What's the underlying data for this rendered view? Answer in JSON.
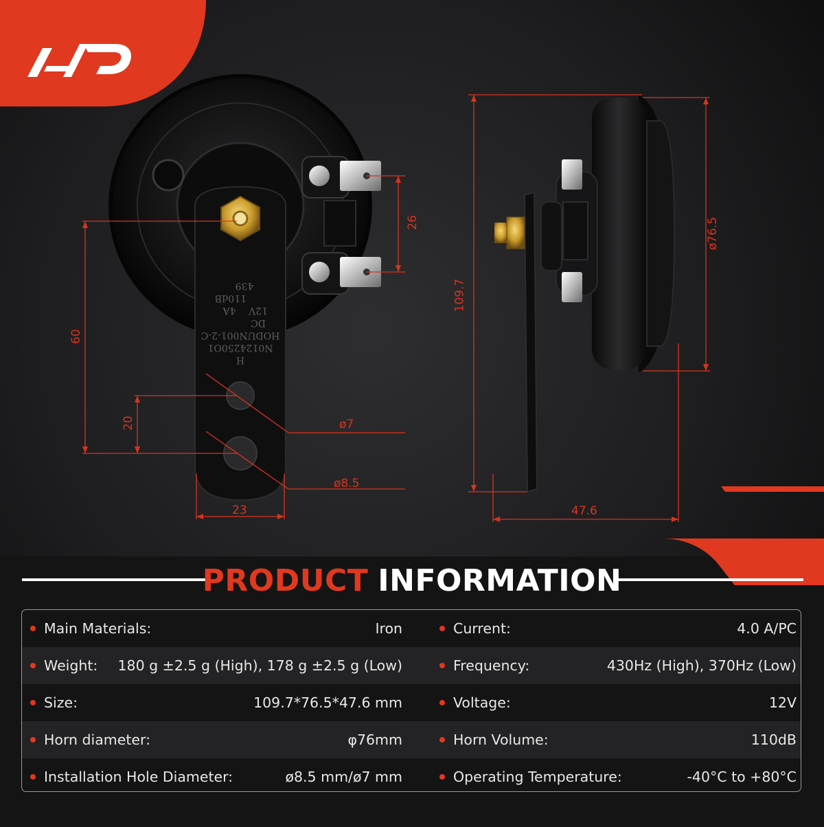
{
  "brand": {
    "logo": "A-P",
    "accent_color": "#e0391f"
  },
  "dimensions": {
    "terminal_spacing": "26",
    "mount_to_hole": "60",
    "hole_spacing": "20",
    "small_hole": "ø7",
    "large_hole": "ø8.5",
    "bracket_width": "23",
    "height": "109.7",
    "diameter": "ø76.5",
    "depth": "47.6"
  },
  "housing_text": [
    "H",
    "N0124250O1",
    "HODUN001-2-C",
    "DC",
    "12V",
    "4A",
    "110dB",
    "439"
  ],
  "section": {
    "title_accent": "PRODUCT",
    "title_main": "INFORMATION"
  },
  "specs_left": [
    {
      "label": "Main Materials:",
      "value": "Iron"
    },
    {
      "label": "Weight:",
      "value": "180 g ±2.5 g (High), 178 g ±2.5 g (Low)"
    },
    {
      "label": "Size:",
      "value": "109.7*76.5*47.6 mm"
    },
    {
      "label": "Horn diameter:",
      "value": "φ76mm"
    },
    {
      "label": "Installation Hole Diameter:",
      "value": "ø8.5 mm/ø7 mm"
    }
  ],
  "specs_right": [
    {
      "label": "Current:",
      "value": "4.0 A/PC"
    },
    {
      "label": "Frequency:",
      "value": "430Hz (High), 370Hz (Low)"
    },
    {
      "label": "Voltage:",
      "value": "12V"
    },
    {
      "label": "Horn Volume:",
      "value": "110dB"
    },
    {
      "label": "Operating Temperature:",
      "value": "-40°C to +80°C"
    }
  ]
}
